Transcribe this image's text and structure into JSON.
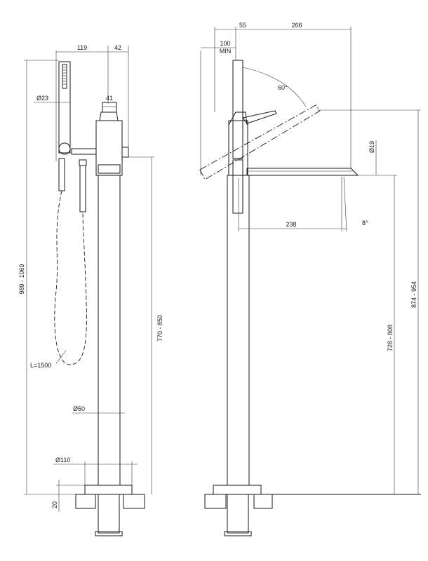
{
  "left_view": {
    "dim_119": "119",
    "dim_42": "42",
    "dim_23": "23",
    "dim_41": "41",
    "dim_989_1069": "989 - 1069",
    "dim_770_850": "770 - 850",
    "hose_length": "L=1500",
    "dim_50": "50",
    "dim_110": "110",
    "dim_20": "20"
  },
  "right_view": {
    "dim_100": "100",
    "dim_min": "MIN",
    "dim_55": "55",
    "dim_266": "266",
    "angle_60": "60°",
    "dim_19": "19",
    "dim_238": "238",
    "angle_8": "8°",
    "dim_728_808": "728 - 808",
    "dim_874_954": "874 - 954"
  },
  "symbols": {
    "diameter": "Ø"
  }
}
